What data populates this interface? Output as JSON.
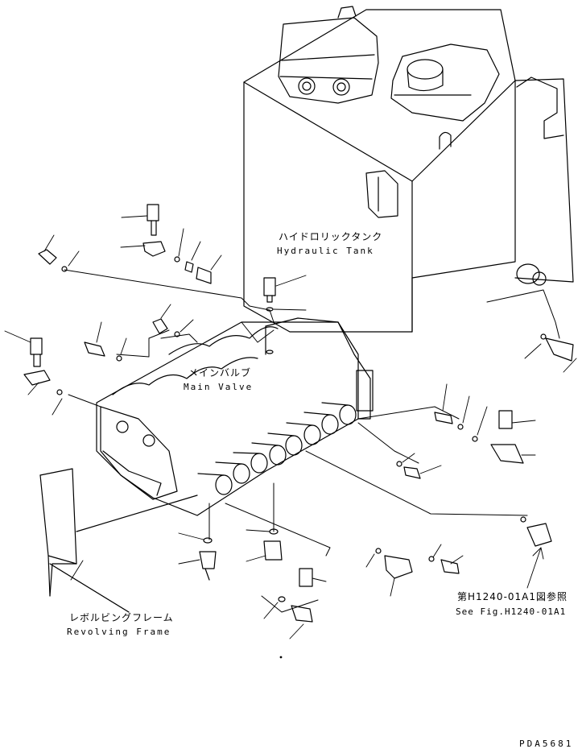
{
  "labels": {
    "hydraulic_tank_jp": "ハイドロリックタンク",
    "hydraulic_tank_en": "Hydraulic Tank",
    "main_valve_jp": "メインバルブ",
    "main_valve_en": "Main Valve",
    "revolving_frame_jp": "レボルビングフレーム",
    "revolving_frame_en": "Revolving Frame",
    "see_fig_jp": "第H1240-01A1図参照",
    "see_fig_en": "See Fig.H1240-01A1",
    "drawing_code": "PDA5681"
  },
  "colors": {
    "line": "#000000",
    "background": "#ffffff"
  }
}
